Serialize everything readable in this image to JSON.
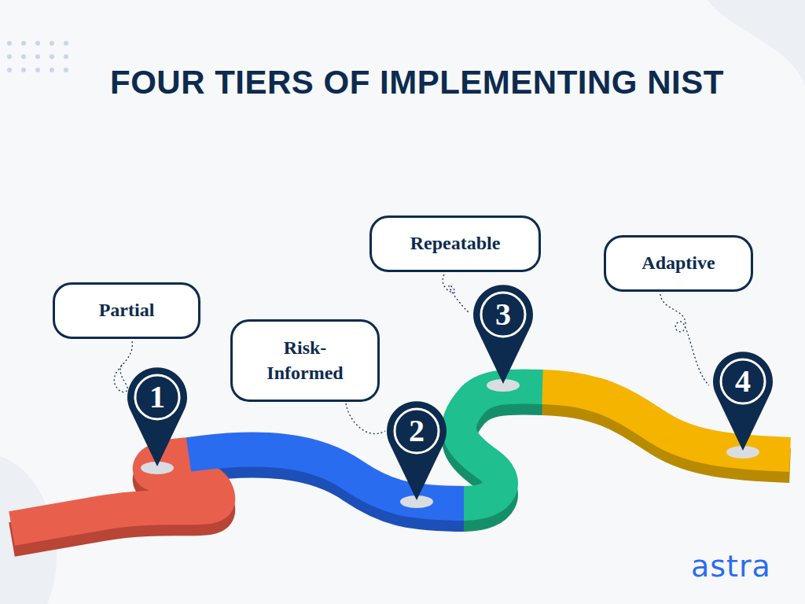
{
  "diagram": {
    "title": "FOUR TIERS OF IMPLEMENTING NIST",
    "nodes": [
      {
        "text": [
          "Partial"
        ]
      },
      {
        "text": [
          "Risk- Informed"
        ]
      },
      {
        "text": [
          "Repeatable"
        ]
      },
      {
        "text": [
          "Adaptive"
        ]
      }
    ],
    "labels": [
      "1",
      "2",
      "3",
      "4",
      "astra"
    ]
  }
}
